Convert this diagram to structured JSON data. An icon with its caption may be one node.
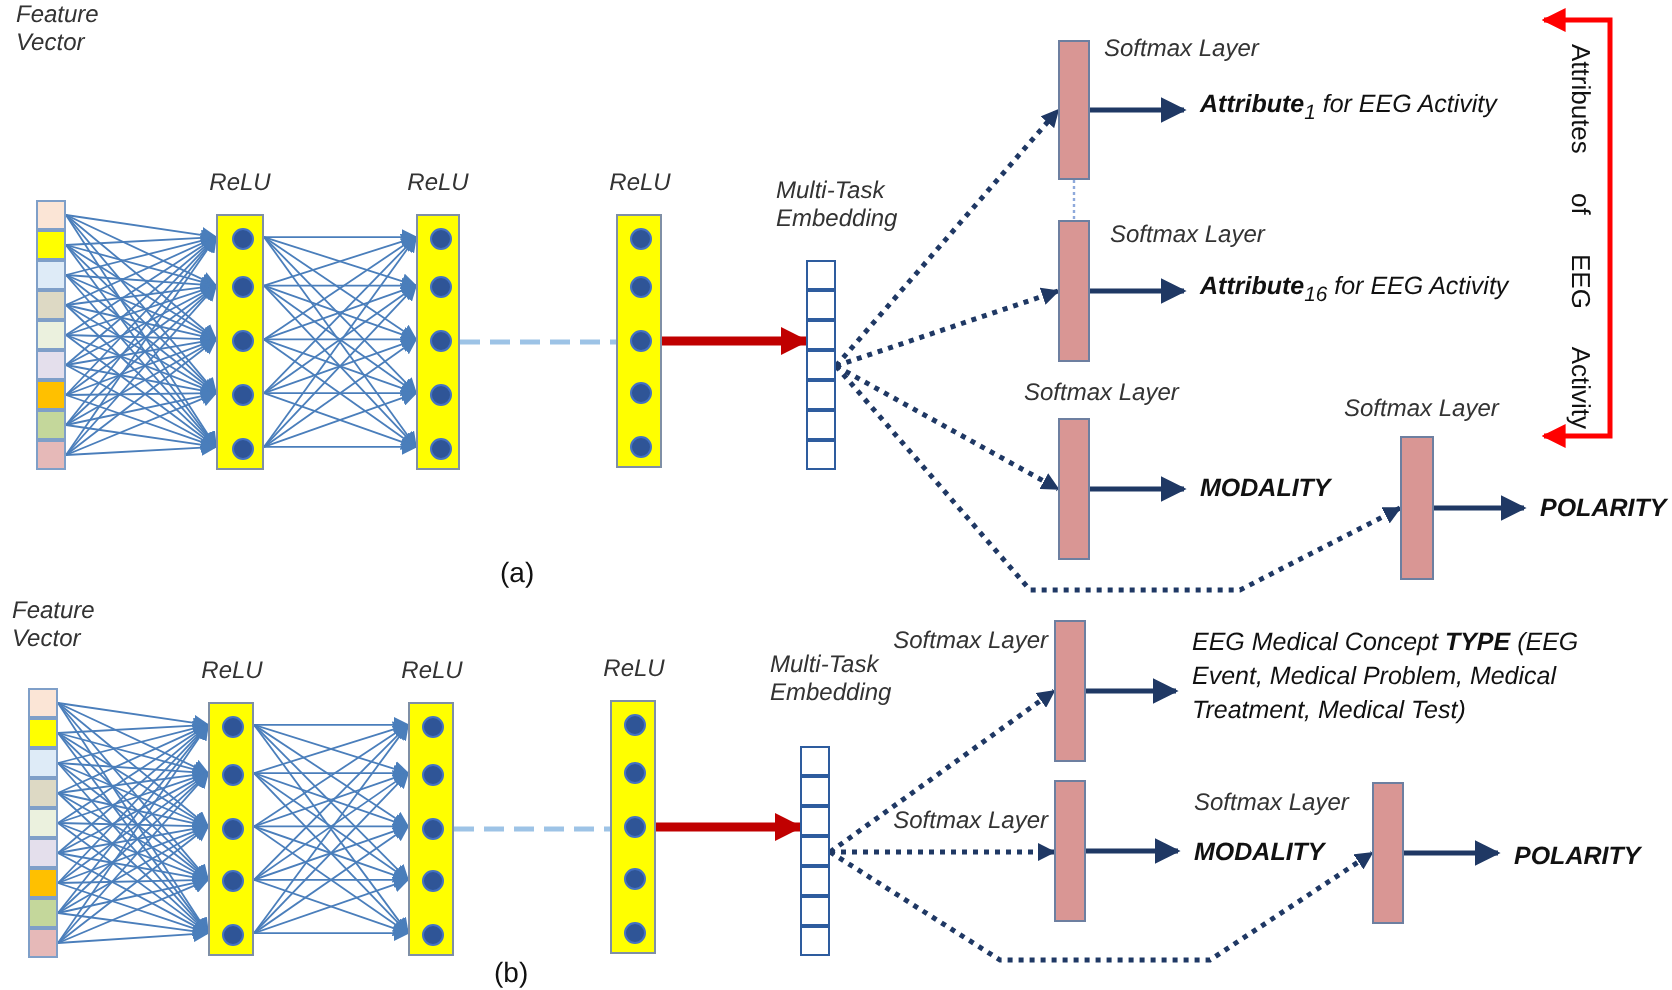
{
  "diagram": {
    "nodes": [
      {
        "text": [
          "Feature Vector"
        ]
      },
      {
        "text": [
          "ReLU"
        ]
      },
      {
        "text": [
          "ReLU"
        ]
      },
      {
        "text": [
          "ReLU"
        ]
      },
      {
        "text": [
          "Multi-Task Embedding"
        ]
      },
      {
        "text": [
          "Softmax Layer"
        ]
      },
      {
        "text": [
          "**Attribute**$_{1}$  for EEG Activity"
        ]
      },
      {
        "text": [
          "Softmax Layer"
        ]
      },
      {
        "text": [
          "**Attribute**$_{16}$  for EEG Activity"
        ]
      },
      {
        "text": [
          "Softmax Layer"
        ]
      },
      {
        "text": [
          "MODALITY"
        ]
      },
      {
        "text": [
          "Softmax Layer"
        ]
      },
      {
        "text": [
          "POLARITY"
        ]
      },
      {
        "text": [
          "Feature Vector"
        ]
      },
      {
        "text": [
          "ReLU"
        ]
      },
      {
        "text": [
          "ReLU"
        ]
      },
      {
        "text": [
          "ReLU"
        ]
      },
      {
        "text": [
          "Multi-Task Embedding"
        ]
      },
      {
        "text": [
          "Softmax Layer"
        ]
      },
      {
        "text": [
          "EEG Medical Concept  **TYPE** (EEG Event, Medical Problem, Medical Treatment, Medical Test)"
        ]
      },
      {
        "text": [
          "Softmax Layer"
        ]
      },
      {
        "text": [
          "MODALITY"
        ]
      },
      {
        "text": [
          "Softmax Layer"
        ]
      },
      {
        "text": [
          "POLARITY"
        ]
      }
    ],
    "edges": [
      {
        "from": 0,
        "to": 1,
        "arrow": "to",
        "color": "#4a7ebb"
      },
      {
        "from": 1,
        "to": 2,
        "arrow": "to",
        "color": "#4a7ebb"
      },
      {
        "from": 2,
        "to": 3,
        "arrow": "none",
        "style": "dashed",
        "color": "#9dc3e6"
      },
      {
        "from": 3,
        "to": 4,
        "arrow": "to",
        "style": "thick",
        "color": "#c00000"
      },
      {
        "from": 4,
        "to": 5,
        "arrow": "to",
        "style": "dashed"
      },
      {
        "from": 4,
        "to": 7,
        "arrow": "to",
        "style": "dashed"
      },
      {
        "from": 4,
        "to": 9,
        "arrow": "to",
        "style": "dashed"
      },
      {
        "from": 4,
        "to": 11,
        "arrow": "to",
        "style": "dashed"
      },
      {
        "from": 5,
        "to": 6,
        "arrow": "to"
      },
      {
        "from": 7,
        "to": 8,
        "arrow": "to"
      },
      {
        "from": 9,
        "to": 10,
        "arrow": "to"
      },
      {
        "from": 11,
        "to": 12,
        "arrow": "to"
      },
      {
        "from": 5,
        "to": 7,
        "arrow": "none",
        "style": "dashed",
        "color": "#8ea9db"
      },
      {
        "from": 13,
        "to": 14,
        "arrow": "to",
        "color": "#4a7ebb"
      },
      {
        "from": 14,
        "to": 15,
        "arrow": "to",
        "color": "#4a7ebb"
      },
      {
        "from": 15,
        "to": 16,
        "arrow": "none",
        "style": "dashed",
        "color": "#9dc3e6"
      },
      {
        "from": 16,
        "to": 17,
        "arrow": "to",
        "style": "thick",
        "color": "#c00000"
      },
      {
        "from": 17,
        "to": 18,
        "arrow": "to",
        "style": "dashed"
      },
      {
        "from": 17,
        "to": 20,
        "arrow": "to",
        "style": "dashed"
      },
      {
        "from": 17,
        "to": 22,
        "arrow": "to",
        "style": "dashed"
      },
      {
        "from": 18,
        "to": 19,
        "arrow": "to"
      },
      {
        "from": 20,
        "to": 21,
        "arrow": "to"
      },
      {
        "from": 22,
        "to": 23,
        "arrow": "to"
      }
    ],
    "labels": [
      "Attributes of EEG Activity",
      "(a)",
      "(b)"
    ]
  }
}
